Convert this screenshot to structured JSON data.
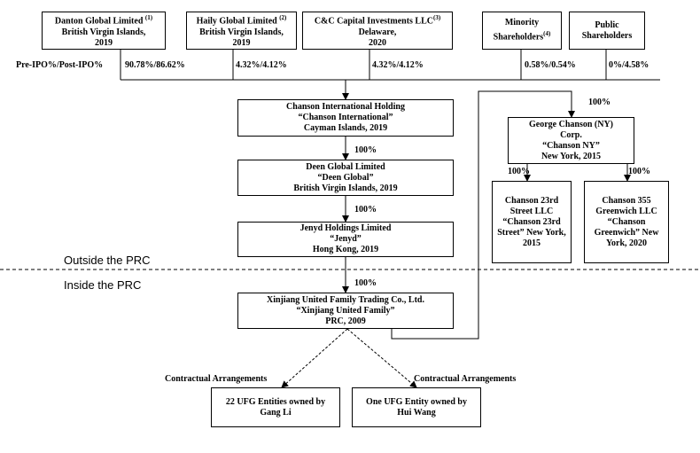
{
  "shareholders": {
    "danton": {
      "line1": "Danton Global Limited",
      "note": "(1)",
      "line2": "British Virgin Islands,",
      "line3": "2019"
    },
    "haily": {
      "line1": "Haily Global Limited",
      "note": "(2)",
      "line2": "British Virgin Islands,",
      "line3": "2019"
    },
    "cc_capital": {
      "line1": "C&C Capital Investments LLC",
      "note": "(3)",
      "line2": "Delaware,",
      "line3": "2020"
    },
    "minority": {
      "line1": "Minority",
      "line2": "Shareholders",
      "note": "(4)"
    },
    "public": {
      "line1": "Public",
      "line2": "Shareholders"
    }
  },
  "ipo_header": "Pre-IPO%/Post-IPO%",
  "ipo_percentages": {
    "danton": "90.78%/86.62%",
    "haily": "4.32%/4.12%",
    "cc_capital": "4.32%/4.12%",
    "minority": "0.58%/0.54%",
    "public": "0%/4.58%"
  },
  "entities": {
    "chanson_international": {
      "line1": "Chanson International Holding",
      "line2": "“Chanson International”",
      "line3": "Cayman  Islands, 2019"
    },
    "deen_global": {
      "line1": "Deen Global Limited",
      "line2": "“Deen Global”",
      "line3": "British Virgin Islands, 2019"
    },
    "jenyd": {
      "line1": "Jenyd Holdings Limited",
      "line2": "“Jenyd”",
      "line3": "Hong Kong, 2019"
    },
    "xinjiang": {
      "line1": "Xinjiang United Family Trading Co., Ltd.",
      "line2": "“Xinjiang United Family”",
      "line3": "PRC, 2009"
    },
    "chanson_ny": {
      "line1": "George Chanson (NY)",
      "line2": "Corp.",
      "line3": "“Chanson NY”",
      "line4": "New York, 2015"
    },
    "chanson_23rd": {
      "text": "Chanson 23rd Street LLC “Chanson 23rd Street” New York, 2015"
    },
    "chanson_355": {
      "text": "Chanson 355 Greenwich LLC “Chanson Greenwich” New York, 2020"
    },
    "ufg_gang_li": {
      "line1": "22 UFG  Entities  owned  by",
      "line2": "Gang Li"
    },
    "ufg_hui_wang": {
      "line1": "One UFG  Entity  owned  by",
      "line2": "Hui Wang"
    }
  },
  "ownership_labels": {
    "deen": "100%",
    "jenyd": "100%",
    "xinjiang": "100%",
    "chanson_ny": "100%",
    "chanson_23rd": "100%",
    "chanson_355": "100%"
  },
  "contractual": {
    "left": "Contractual Arrangements",
    "right": "Contractual Arrangements"
  },
  "regions": {
    "outside": "Outside the PRC",
    "inside": "Inside the PRC"
  }
}
